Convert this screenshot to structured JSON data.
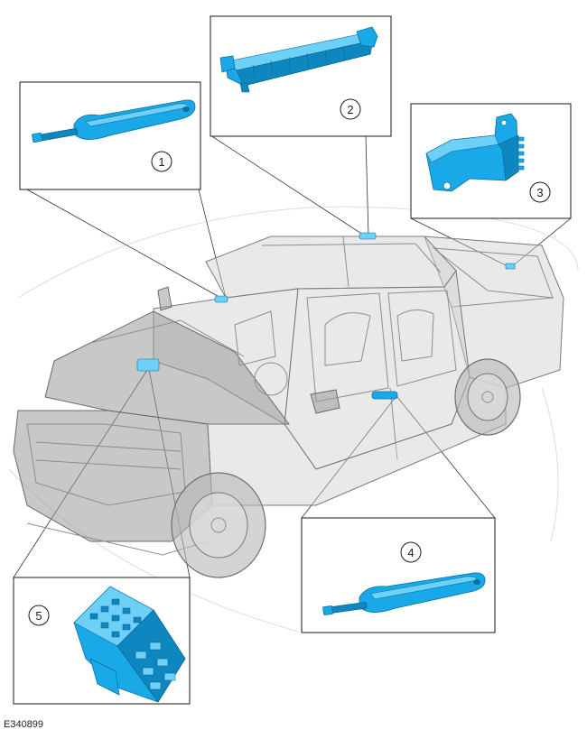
{
  "figure": {
    "figure_id": "E340899",
    "callouts": [
      {
        "number": "1",
        "component": "exterior door handle"
      },
      {
        "number": "2",
        "component": "module"
      },
      {
        "number": "3",
        "component": "bracket"
      },
      {
        "number": "4",
        "component": "exterior door handle"
      },
      {
        "number": "5",
        "component": "fuse box module"
      }
    ],
    "colors": {
      "component": "#19a9e8",
      "outline": "#1a1a1a",
      "vehicle": "#9a9a9a"
    },
    "icons": [
      "pickup-truck-ghost-illustration",
      "door-handle-icon",
      "module-icon",
      "bracket-icon",
      "fuse-box-icon"
    ]
  }
}
